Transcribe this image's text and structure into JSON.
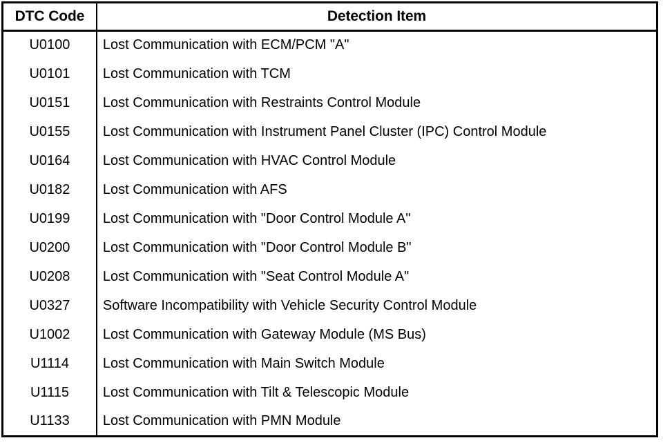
{
  "table": {
    "columns": [
      {
        "key": "code",
        "label": "DTC Code"
      },
      {
        "key": "item",
        "label": "Detection Item"
      }
    ],
    "rows": [
      {
        "code": "U0100",
        "item": "Lost Communication with ECM/PCM \"A\""
      },
      {
        "code": "U0101",
        "item": "Lost Communication with TCM"
      },
      {
        "code": "U0151",
        "item": "Lost Communication with Restraints Control Module"
      },
      {
        "code": "U0155",
        "item": "Lost Communication with Instrument Panel Cluster (IPC) Control Module"
      },
      {
        "code": "U0164",
        "item": "Lost Communication with HVAC Control Module"
      },
      {
        "code": "U0182",
        "item": "Lost Communication with AFS"
      },
      {
        "code": "U0199",
        "item": "Lost Communication with \"Door Control Module A\""
      },
      {
        "code": "U0200",
        "item": "Lost Communication with \"Door Control Module B\""
      },
      {
        "code": "U0208",
        "item": "Lost Communication with \"Seat Control Module A\""
      },
      {
        "code": "U0327",
        "item": "Software Incompatibility with Vehicle Security Control Module"
      },
      {
        "code": "U1002",
        "item": "Lost Communication with Gateway Module (MS Bus)"
      },
      {
        "code": "U1114",
        "item": "Lost Communication with Main Switch Module"
      },
      {
        "code": "U1115",
        "item": "Lost Communication with Tilt & Telescopic Module"
      },
      {
        "code": "U1133",
        "item": "Lost Communication with PMN Module"
      }
    ]
  },
  "colors": {
    "border": "#000000",
    "text": "#000000",
    "background": "#ffffff"
  }
}
